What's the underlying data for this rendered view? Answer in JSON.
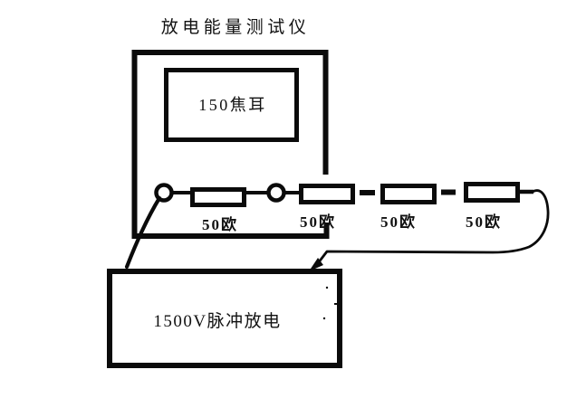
{
  "diagram": {
    "title": "放电能量测试仪",
    "energy_tester": {
      "name": "discharge-energy-tester",
      "display_label": "150焦耳"
    },
    "pulse_source": {
      "name": "pulse-discharge-source",
      "label": "1500V脉冲放电"
    },
    "resistors": [
      {
        "label": "50欧"
      },
      {
        "label": "50欧"
      },
      {
        "label": "50欧"
      },
      {
        "label": "50欧"
      }
    ],
    "terminals": 2,
    "colors": {
      "ink": "#0b0b0b",
      "background": "#ffffff"
    }
  }
}
